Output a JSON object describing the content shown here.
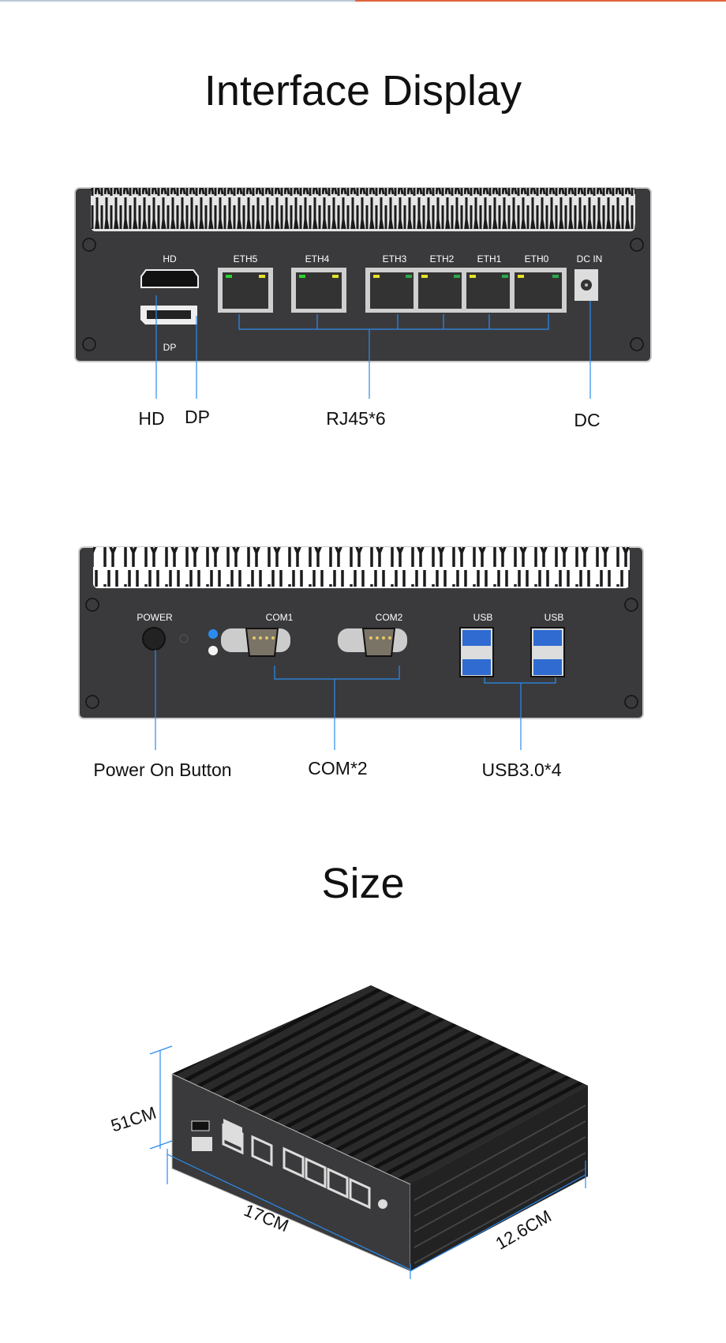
{
  "section1": {
    "title": "Interface Display",
    "panel_labels": {
      "hd": "HD",
      "dp": "DP",
      "eth5": "ETH5",
      "eth4": "ETH4",
      "eth3": "ETH3",
      "eth2": "ETH2",
      "eth1": "ETH1",
      "eth0": "ETH0",
      "dcin": "DC IN"
    },
    "callouts": {
      "hd": "HD",
      "dp": "DP",
      "rj45": "RJ45*6",
      "dc": "DC"
    }
  },
  "section2": {
    "panel_labels": {
      "power": "POWER",
      "com1": "COM1",
      "com2": "COM2",
      "usb_a": "USB",
      "usb_b": "USB"
    },
    "callouts": {
      "power": "Power On Button",
      "com": "COM*2",
      "usb": "USB3.0*4"
    }
  },
  "section3": {
    "title": "Size",
    "dimensions": {
      "height": "51CM",
      "length": "17CM",
      "depth": "12.6CM"
    }
  },
  "colors": {
    "accent_line": "#2a8cf0",
    "panel": "#3a3a3c",
    "orange": "#e0643a"
  }
}
